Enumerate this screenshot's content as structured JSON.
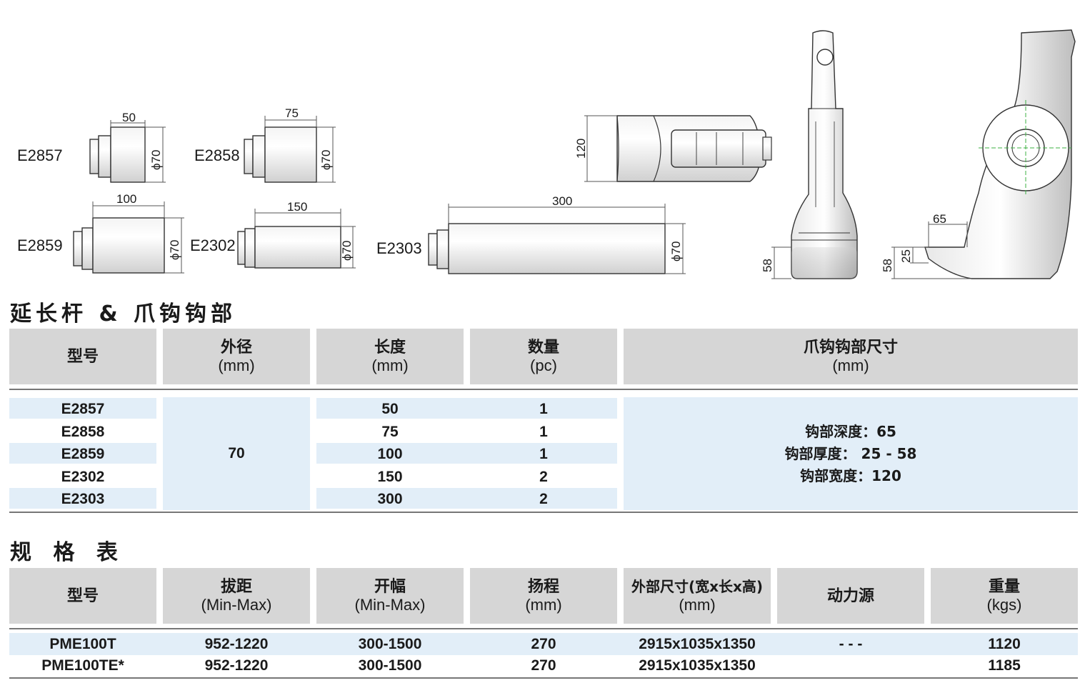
{
  "drawings": {
    "parts": [
      {
        "model": "E2857",
        "length": "50",
        "dia": "ϕ70"
      },
      {
        "model": "E2858",
        "length": "75",
        "dia": "ϕ70"
      },
      {
        "model": "E2859",
        "length": "100",
        "dia": "ϕ70"
      },
      {
        "model": "E2302",
        "length": "150",
        "dia": "ϕ70"
      },
      {
        "model": "E2303",
        "length": "300",
        "dia": "ϕ70"
      }
    ],
    "hook": {
      "width": "120",
      "thickness": "58",
      "depth": "65",
      "thin": "25",
      "thickness2": "58"
    }
  },
  "section1": {
    "title": "延长杆 & 爪钩钩部",
    "headers": [
      {
        "label": "型号",
        "unit": ""
      },
      {
        "label": "外径",
        "unit": "(mm)"
      },
      {
        "label": "长度",
        "unit": "(mm)"
      },
      {
        "label": "数量",
        "unit": "(pc)"
      },
      {
        "label": "爪钩钩部尺寸",
        "unit": "(mm)"
      }
    ],
    "rows": [
      {
        "model": "E2857",
        "length": "50",
        "qty": "1"
      },
      {
        "model": "E2858",
        "length": "75",
        "qty": "1"
      },
      {
        "model": "E2859",
        "length": "100",
        "qty": "1"
      },
      {
        "model": "E2302",
        "length": "150",
        "qty": "2"
      },
      {
        "model": "E2303",
        "length": "300",
        "qty": "2"
      }
    ],
    "outer_diameter": "70",
    "hook_info": [
      "钩部深度：65",
      "钩部厚度： 25 - 58",
      "钩部宽度：120"
    ]
  },
  "section2": {
    "title": "规 格 表",
    "headers": [
      {
        "label": "型号",
        "unit": ""
      },
      {
        "label": "拔距",
        "unit": "(Min-Max)"
      },
      {
        "label": "开幅",
        "unit": "(Min-Max)"
      },
      {
        "label": "扬程",
        "unit": "(mm)"
      },
      {
        "label": "外部尺寸(宽x长x高)",
        "unit": "(mm)"
      },
      {
        "label": "动力源",
        "unit": ""
      },
      {
        "label": "重量",
        "unit": "(kgs)"
      }
    ],
    "rows": [
      {
        "model": "PME100T",
        "pull": "952-1220",
        "open": "300-1500",
        "lift": "270",
        "dims": "2915x1035x1350",
        "power": "- - -",
        "weight": "1120"
      },
      {
        "model": "PME100TE*",
        "pull": "952-1220",
        "open": "300-1500",
        "lift": "270",
        "dims": "2915x1035x1350",
        "power": "",
        "weight": "1185"
      }
    ]
  }
}
